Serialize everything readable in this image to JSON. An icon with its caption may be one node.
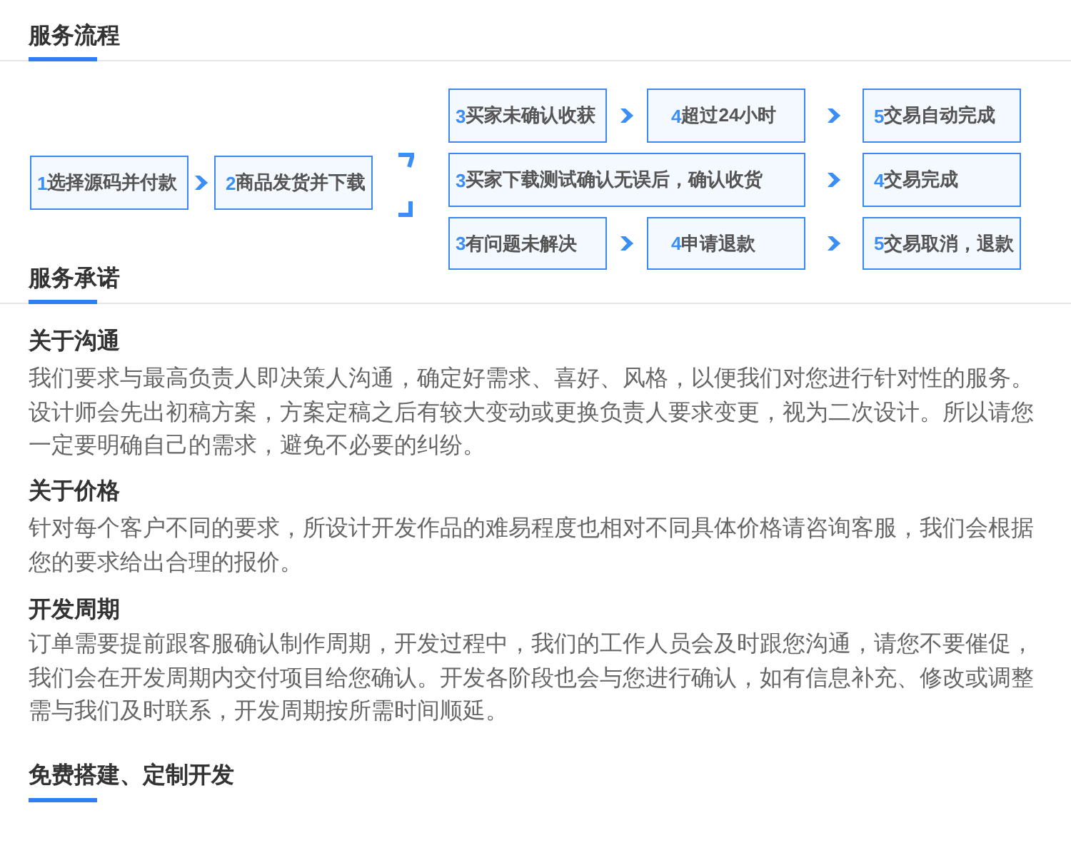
{
  "diagram": {
    "title": "服务流程",
    "nodes": [
      {
        "text": [
          "1",
          "选择源码并付款"
        ]
      },
      {
        "text": [
          "2",
          "商品发货并下载"
        ]
      },
      {
        "text": [
          "3",
          "买家未确认收获"
        ]
      },
      {
        "text": [
          "4",
          "超过24小时"
        ]
      },
      {
        "text": [
          "5",
          "交易自动完成"
        ]
      },
      {
        "text": [
          "3",
          "买家下载测试确认无误后，确认收货"
        ]
      },
      {
        "text": [
          "4",
          "交易完成"
        ]
      },
      {
        "text": [
          "3",
          "有问题未解决"
        ]
      },
      {
        "text": [
          "4",
          "申请退款"
        ]
      },
      {
        "text": [
          "5",
          "交易取消，退款"
        ]
      }
    ],
    "edges": [
      {
        "from": 0,
        "to": 1,
        "arrow": "to"
      },
      {
        "from": 2,
        "to": 3,
        "arrow": "to"
      },
      {
        "from": 3,
        "to": 4,
        "arrow": "to"
      },
      {
        "from": 5,
        "to": 6,
        "arrow": "to"
      },
      {
        "from": 7,
        "to": 8,
        "arrow": "to"
      },
      {
        "from": 8,
        "to": 9,
        "arrow": "to"
      }
    ],
    "labels": [
      "服务承诺",
      "关于沟通",
      "我们要求与最高负责人即决策人沟通，确定好需求、喜好、风格，以便我们对您进行针对性的服务。设计师会先出初稿方案，方案定稿之后有较大变动或更换负责人要求变更，视为二次设计。所以请您一定要明确自己的需求，避免不必要的纠纷。",
      "关于价格",
      "针对每个客户不同的要求，所设计开发作品的难易程度也相对不同具体价格请咨询客服，我们会根据您的要求给出合理的报价。",
      "开发周期",
      "订单需要提前跟客服确认制作周期，开发过程中，我们的工作人员会及时跟您沟通，请您不要催促，我们会在开发周期内交付项目给您确认。开发各阶段也会与您进行确认，如有信息补充、修改或调整需与我们及时联系，开发周期按所需时间顺延。",
      "免费搭建、定制开发"
    ]
  }
}
